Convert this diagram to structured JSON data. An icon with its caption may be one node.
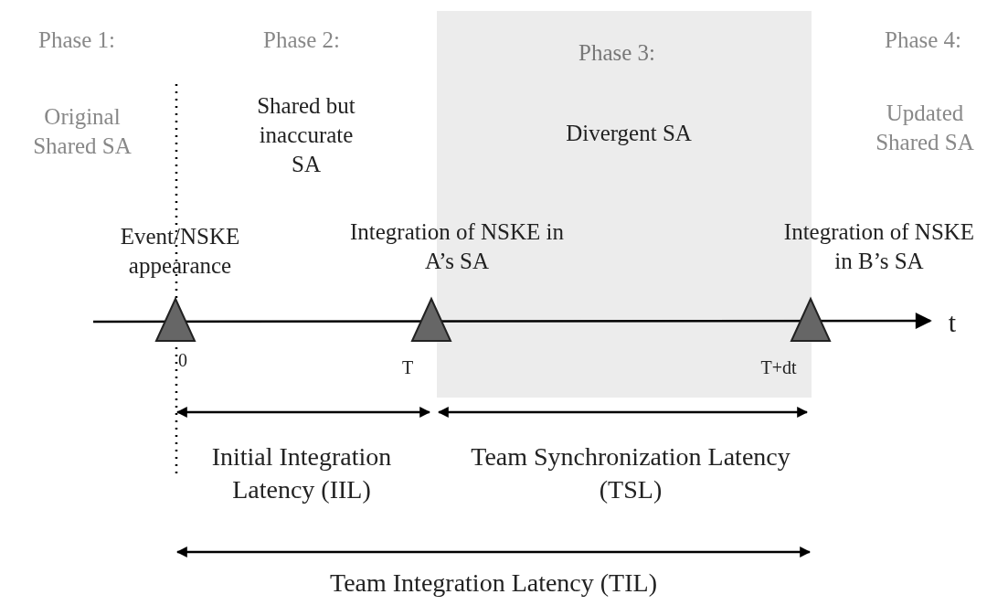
{
  "diagram": {
    "nodes": [
      {
        "text": [
          "Phase 3:",
          "Divergent SA"
        ]
      }
    ],
    "labels": [
      "Phase 1:",
      "Phase 2:",
      "Phase 4:",
      "Original Shared SA",
      "Shared but inaccurate SA",
      "Updated Shared SA",
      "Event/NSKE appearance",
      "Integration of NSKE in A’s SA",
      "Integration of NSKE in B’s SA",
      "t",
      "0",
      "T",
      "T+dt",
      "Initial Integration Latency (IIL)",
      "Team Synchronization Latency (TSL)",
      "Team Integration Latency (TIL)"
    ]
  }
}
